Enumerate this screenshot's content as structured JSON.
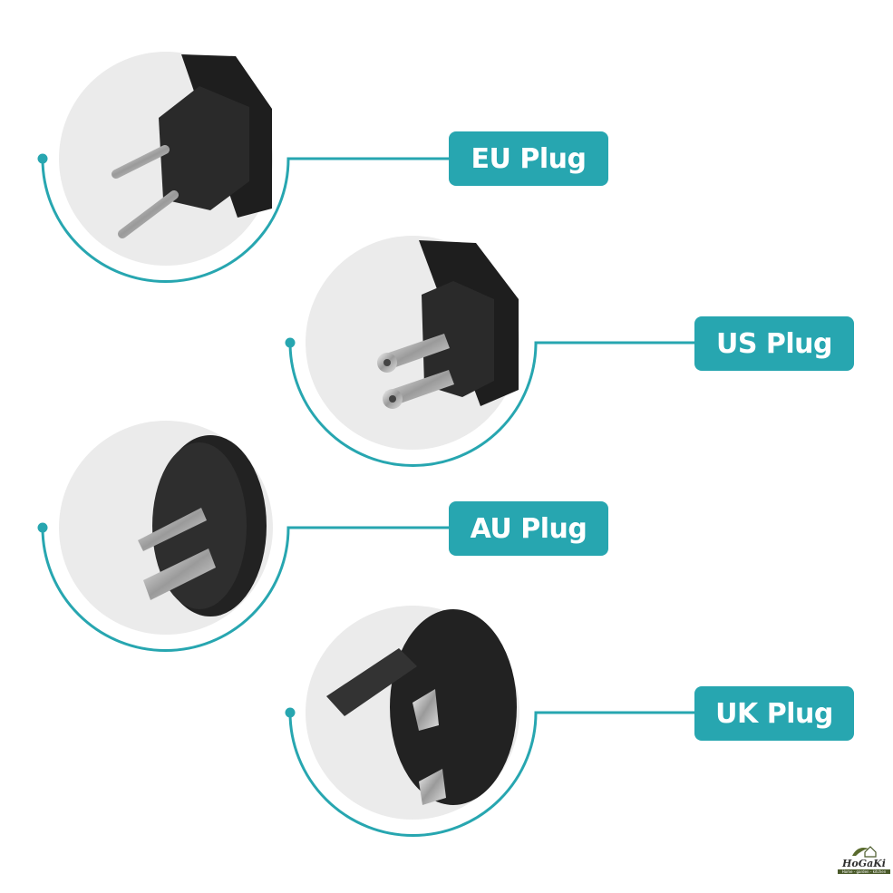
{
  "accent_color": "#27a6b0",
  "plugs": [
    {
      "label": "EU Plug"
    },
    {
      "label": "US Plug"
    },
    {
      "label": "AU Plug"
    },
    {
      "label": "UK Plug"
    }
  ],
  "logo": {
    "name": "HoGaKi",
    "tagline": "Home - garden - kitchen"
  }
}
